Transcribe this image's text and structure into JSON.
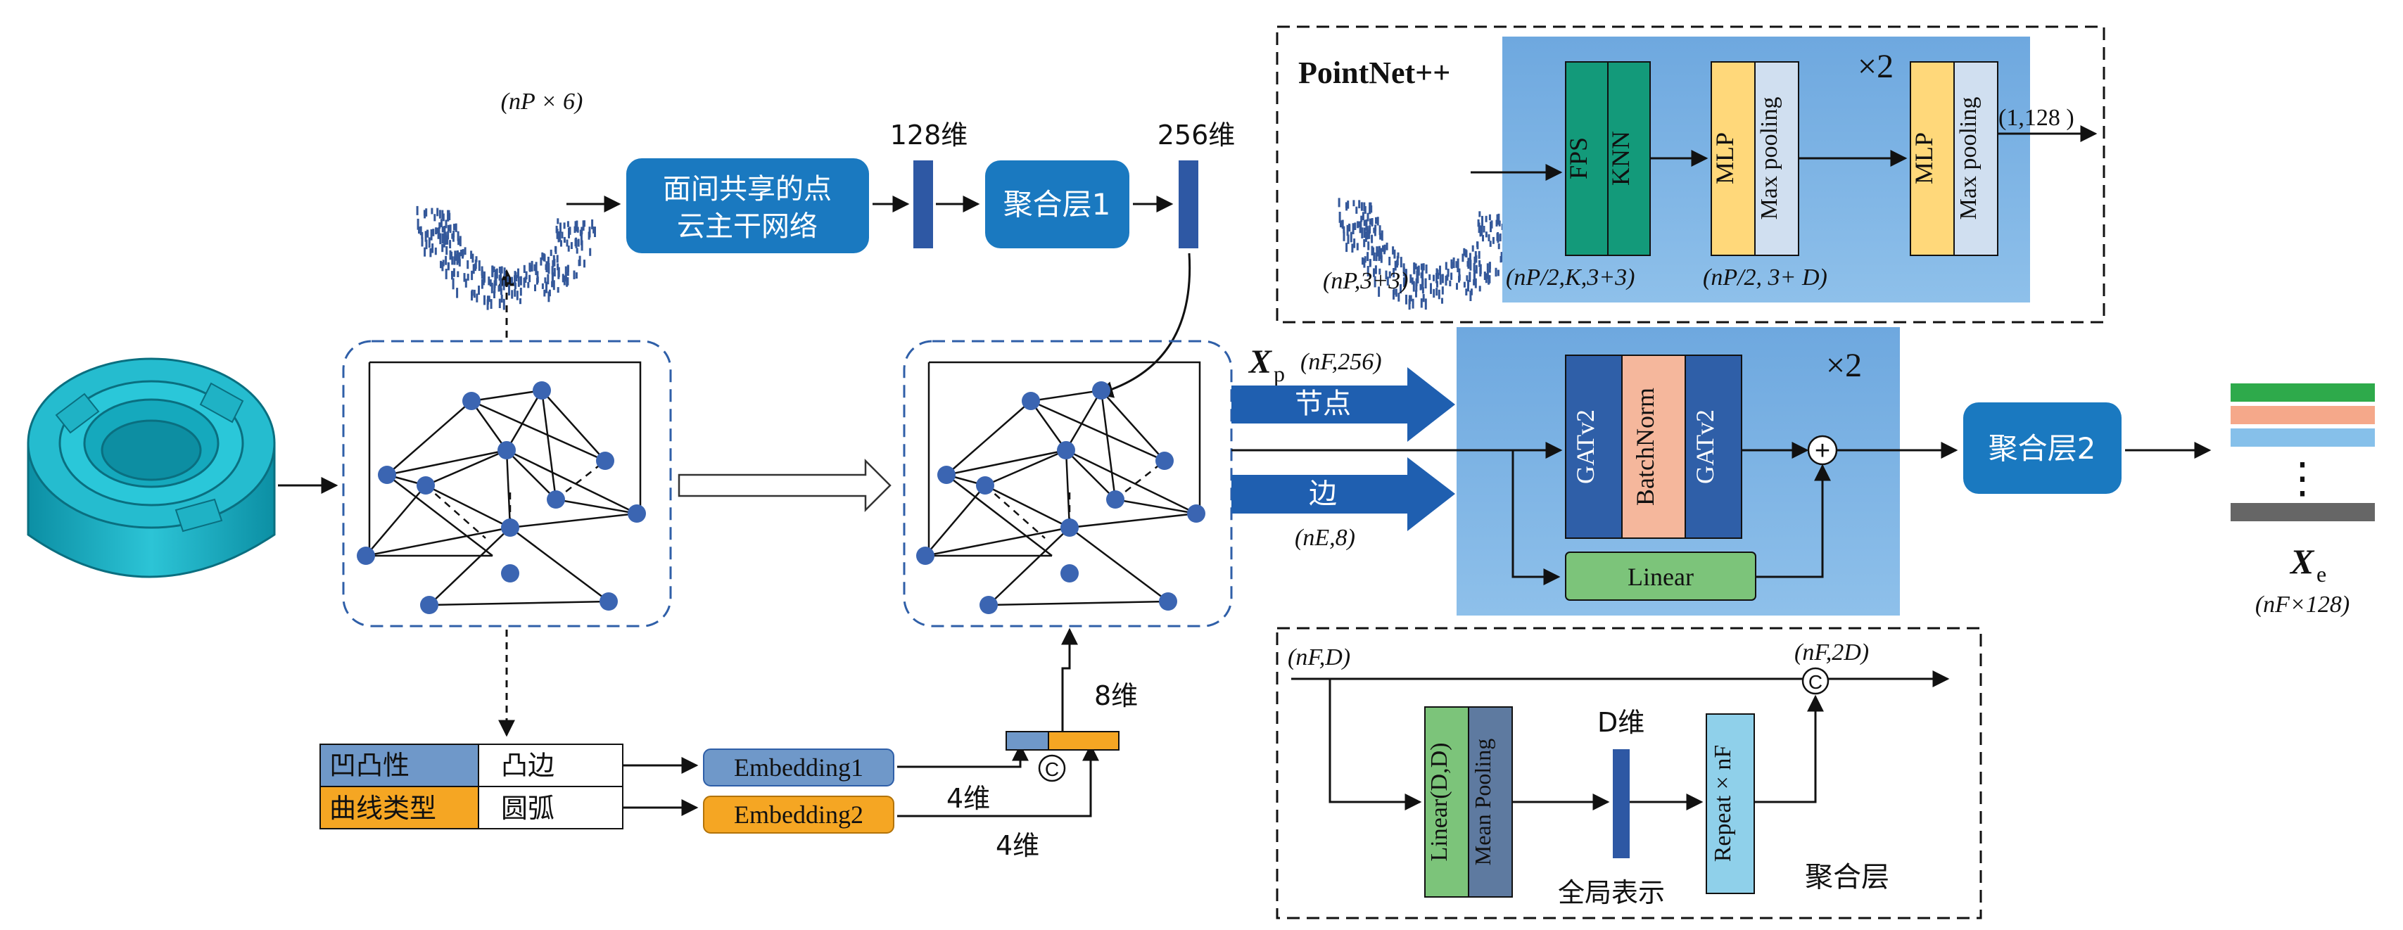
{
  "colors": {
    "teal": "#1aaabb",
    "blue_node": "#3b65b2",
    "blue_box": "#1a79c0",
    "dark_blue": "#2e58a4",
    "light_blue_panel": "#7fb5e2",
    "panel_blue_dark": "#4f8fd0",
    "green": "#139a7a",
    "yellow": "#ffd87a",
    "light_grey": "#d0dff0",
    "salmon": "#f5b79c",
    "green_light": "#7cc47a",
    "orange": "#f5a623",
    "steel_blue": "#6f98c9",
    "gnn_blue": "#2f5fa8"
  },
  "top_branch": {
    "input_shape": "(nP × 6)",
    "backbone_label_1": "面间共享的点",
    "backbone_label_2": "云主干网络",
    "dim_128": "128维",
    "agg1_label": "聚合层1",
    "dim_256": "256维"
  },
  "pointnet": {
    "title": "PointNet++",
    "repeat": "×2",
    "fps": "FPS",
    "knn": "KNN",
    "mlp1": "MLP",
    "maxpool1": "Max pooling",
    "mlp2": "MLP",
    "maxpool2": "Max pooling",
    "output_shape": "(1,128 )",
    "input_shape": "(nP,3+3)",
    "shape_knn": "(nP/2,K,3+3)",
    "shape_mlp": "(nP/2, 3+ D)"
  },
  "gnn": {
    "xp_symbol": "X",
    "xp_sub": "p",
    "xp_shape": "(nF,256)",
    "node_label": "节点",
    "edge_label": "边",
    "edge_shape": "(nE,8)",
    "repeat": "×2",
    "gatv2_a": "GATv2",
    "batchnorm": "BatchNorm",
    "gatv2_b": "GATv2",
    "linear": "Linear",
    "plus": "+",
    "agg2_label": "聚合层2",
    "xe_symbol": "X",
    "xe_sub": "e",
    "xe_shape": "(nF×128)",
    "dots": "⋮"
  },
  "attributes": {
    "row1_key": "凹凸性",
    "row1_val": "凸边",
    "row2_key": "曲线类型",
    "row2_val": "圆弧",
    "embedding1": "Embedding1",
    "embedding2": "Embedding2",
    "dim4_a": "4维",
    "dim4_b": "4维",
    "dim8": "8维",
    "concat": "C"
  },
  "agg_detail": {
    "input_shape": "(nF,D)",
    "linear_dd": "Linear(D,D)",
    "mean_pool": "Mean Pooling",
    "d_dim": "D维",
    "global_repr": "全局表示",
    "repeat_nf": "Repeat × nF",
    "concat": "C",
    "output_shape": "(nF,2D)",
    "title": "聚合层"
  }
}
